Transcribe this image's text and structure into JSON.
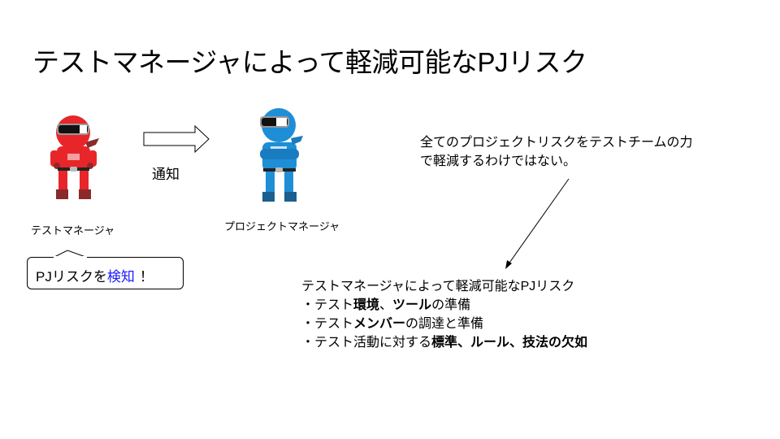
{
  "slide": {
    "title": "テストマネージャによって軽減可能なPJリスク",
    "test_manager": {
      "label": "テストマネージャ",
      "icon": "red-ranger-figure",
      "color": "#e8262a"
    },
    "notify_arrow": {
      "label": "通知",
      "icon": "block-arrow-right"
    },
    "project_manager": {
      "label": "プロジェクトマネージャ",
      "icon": "blue-ranger-figure",
      "color": "#1e8fd6"
    },
    "callout": {
      "prefix": "PJリスクを",
      "highlight": "検知",
      "suffix": "！",
      "highlight_color": "#1a1aff"
    },
    "note": {
      "line1": "全てのプロジェクトリスクをテストチームの力",
      "line2": "で軽減するわけではない。"
    },
    "mitigable_list": {
      "heading": "テストマネージャによって軽減可能なPJリスク",
      "items": [
        {
          "prefix": "・テスト",
          "bold1": "環境",
          "mid": "、",
          "bold2": "ツール",
          "suffix": "の準備"
        },
        {
          "prefix": "・テスト",
          "bold1": "メンバー",
          "suffix": "の調達と準備"
        },
        {
          "prefix": "・テスト活動に対する",
          "bold1": "標準、ルール",
          "mid": "、",
          "bold2": "技法の欠如"
        }
      ]
    }
  }
}
